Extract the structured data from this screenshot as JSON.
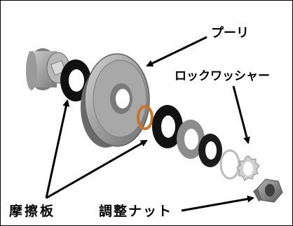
{
  "labels": {
    "pulley": "プーリ",
    "lock_washer": "ロックワッシャー",
    "friction_plate": "摩擦板",
    "adjust_nut": "調整ナット"
  },
  "colors": {
    "pulley_gray": "#a0a0a0",
    "friction_black": "#111111",
    "bushing_orange": "#c8742a",
    "steel_gray": "#8c8c8c",
    "border": "#000000"
  }
}
